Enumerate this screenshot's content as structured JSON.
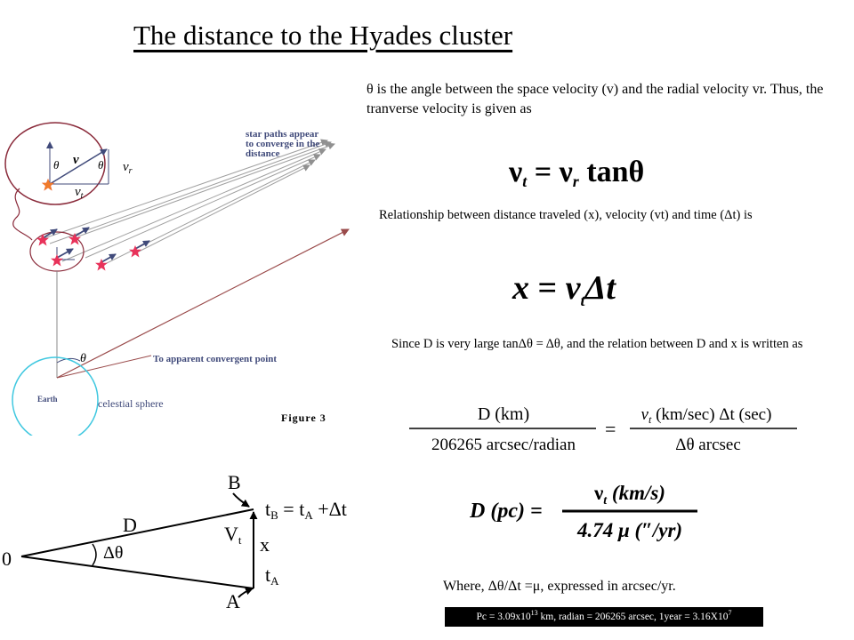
{
  "title": "The distance to the Hyades cluster",
  "figure3": {
    "converge_note": [
      "star paths appear",
      "to converge in the",
      "distance"
    ],
    "apparent_point": "To apparent convergent point",
    "earth": "Earth",
    "celestial_sphere": "celestial sphere",
    "figure_label": "Figure 3",
    "theta": "θ",
    "v": "v",
    "vr": "ν",
    "vr_sub": "r",
    "vt": "ν",
    "vt_sub": "t"
  },
  "text": {
    "theta_def": "θ is the angle between  the space velocity (v) and the radial velocity  vr. Thus, the tranverse velocity is given as",
    "relationship": "Relationship between distance traveled (x), velocity (vt) and time (Δt) is",
    "since": "Since D is very large tanΔθ = Δθ,  and the relation between D and x is  written as",
    "where": "Where, Δθ/Δt =μ, expressed in arcsec/yr."
  },
  "equations": {
    "eq1": {
      "nu": "ν",
      "sub_t": "t",
      "eq": " = ",
      "sub_r": "r",
      "tan": " tan",
      "theta": "θ"
    },
    "eq2": {
      "x": "x",
      "eq": " = ",
      "nu": "ν",
      "sub_t": "t",
      "delta_t": "Δt"
    },
    "eq3": {
      "lhs_num": "D (km)",
      "lhs_den": "206265 arcsec/radian",
      "eq": "=",
      "rhs_num_vt": "ν",
      "rhs_num_sub": "t",
      "rhs_num_rest": " (km/sec) Δt (sec)",
      "rhs_den": "Δθ arcsec"
    },
    "eq4": {
      "lhs": "D (pc) =",
      "num_vt": "ν",
      "num_sub": "t",
      "num_rest": " (km/s)",
      "den": "4.74 μ  (″/yr)"
    }
  },
  "diagram": {
    "origin": "0",
    "D": "D",
    "dtheta": "Δθ",
    "B": "B",
    "A": "A",
    "tB": "t",
    "tB_sub": "B",
    "tB_eq": " = t",
    "tB_eq_sub": "A",
    "tB_plus": " +Δt",
    "Vt": "V",
    "Vt_sub": "t",
    "x": "x",
    "tA": "t",
    "tA_sub": "A"
  },
  "footer": {
    "p1": "Pc = 3.09x10",
    "s1": "13",
    "p2": " km, radian = 206265 arcsec, 1year = 3.16X10",
    "s2": "7"
  },
  "colors": {
    "star": "#e8325a",
    "star_orange": "#f07a2a",
    "path_line": "#a0a0a0",
    "arrow_blue": "#404a7a",
    "red_line": "#9a4b4b",
    "earth_circle": "#40c8e0",
    "cluster_circle": "#8a2a3a",
    "footer_bg": "#000000"
  }
}
